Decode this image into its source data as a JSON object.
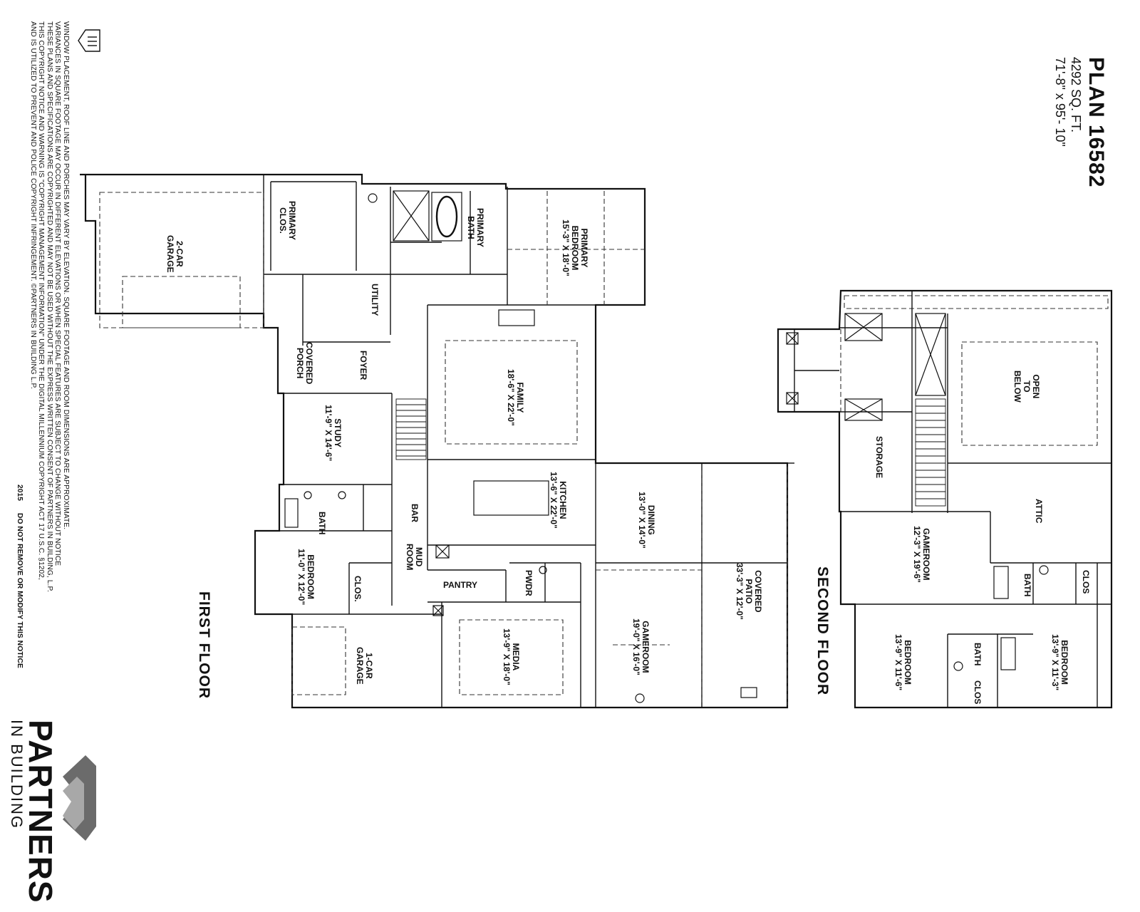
{
  "plan": {
    "title": "PLAN 16582",
    "area": "4292 SQ. FT.",
    "dimensions": "71'-8\" x 95'- 10\""
  },
  "floors": {
    "first": "FIRST FLOOR",
    "second": "SECOND FLOOR"
  },
  "first_floor_rooms": {
    "two_car_garage": [
      "2-CAR",
      "GARAGE"
    ],
    "primary_clos": [
      "PRIMARY",
      "CLOS."
    ],
    "primary_bath": [
      "PRIMARY",
      "BATH"
    ],
    "primary_bedroom": [
      "PRIMARY",
      "BEDROOM",
      "15'-3\" X 18'-0\""
    ],
    "utility": [
      "UTILITY"
    ],
    "foyer": [
      "FOYER"
    ],
    "covered_porch": [
      "COVERED",
      "PORCH"
    ],
    "study": [
      "STUDY",
      "11'-9\" X 14'-6\""
    ],
    "family": [
      "FAMILY",
      "18'-6\" X 22'-0\""
    ],
    "kitchen": [
      "KITCHEN",
      "13'-6\" X 22'-0\""
    ],
    "bath": [
      "BATH"
    ],
    "bar": [
      "BAR"
    ],
    "mud_room": [
      "MUD",
      "ROOM"
    ],
    "bedroom": [
      "BEDROOM",
      "11'-0\" X 12'-0\""
    ],
    "clos": [
      "CLOS."
    ],
    "pantry": [
      "PANTRY"
    ],
    "pwdr": [
      "PWDR"
    ],
    "dining": [
      "DINING",
      "13'-0\" X 14'-0\""
    ],
    "covered_patio": [
      "COVERED",
      "PATIO",
      "33'-3\" X 12'-0\""
    ],
    "gameroom": [
      "GAMEROOM",
      "19'-0\" X 16'-0\""
    ],
    "media": [
      "MEDIA",
      "13'-9\" X 18'-0\""
    ],
    "one_car_garage": [
      "1-CAR",
      "GARAGE"
    ]
  },
  "second_floor_rooms": {
    "open_to_below": [
      "OPEN",
      "TO",
      "BELOW"
    ],
    "storage": [
      "STORAGE"
    ],
    "attic": [
      "ATTIC"
    ],
    "gameroom": [
      "GAMEROOM",
      "12'-3\" X 19'-6\""
    ],
    "bath_right": [
      "BATH"
    ],
    "clos_right": [
      "CLOS"
    ],
    "bedroom_left": [
      "BEDROOM",
      "13'-9\" X 11'-6\""
    ],
    "bedroom_right": [
      "BEDROOM",
      "13'-9\" X 11'-3\""
    ],
    "bath_center": [
      "BATH"
    ],
    "clos_center": [
      "CLOS"
    ]
  },
  "notice": {
    "lines": [
      "WINDOW PLACEMENT, ROOF LINE AND PORCHES MAY VARY BY ELEVATION.  SQUARE FOOTAGE AND ROOM DIMENSIONS ARE APPROXIMATE.",
      "VARIANCES IN SQUARE FOOTAGE MAY OCCUR IN DIFFERENT ELEVATIONS OR WHEN SPECIAL FEATURES ARE SUBJECT TO CHANGE WITHOUT NOTICE",
      "THESE PLANS AND SPECIFICATIONS ARE COPYRIGHTED AND MAY NOT BE USED WITHOUT THE EXPRESS WRITTEN CONSENT OF PARTNERS IN BUILDING, L.P.",
      "THIS COPYRIGHT NOTICE AND WARNING IS \"COPYRIGHT MANAGEMENT INFORMATION\" UNDER THE DIGITAL MILLENNIUM COPYRIGHT ACT 17 U.S.C.     §1202,",
      "AND IS UTILIZED TO PREVENT AND POLICE COPYRIGHT INFRINGEMENT.  ©PARTNERS IN BUILDING L.P."
    ],
    "year": "2015",
    "warning": "DO NOT REMOVE OR MODIFY THIS NOTICE"
  },
  "brand": {
    "name": "PARTNERS",
    "tagline": "IN BUILDING",
    "logo_icon": "equal-housing-icon"
  },
  "colors": {
    "line": "#111111",
    "dash": "#333333",
    "logo_dark": "#6b6b6b",
    "logo_light": "#a8a8a8"
  }
}
